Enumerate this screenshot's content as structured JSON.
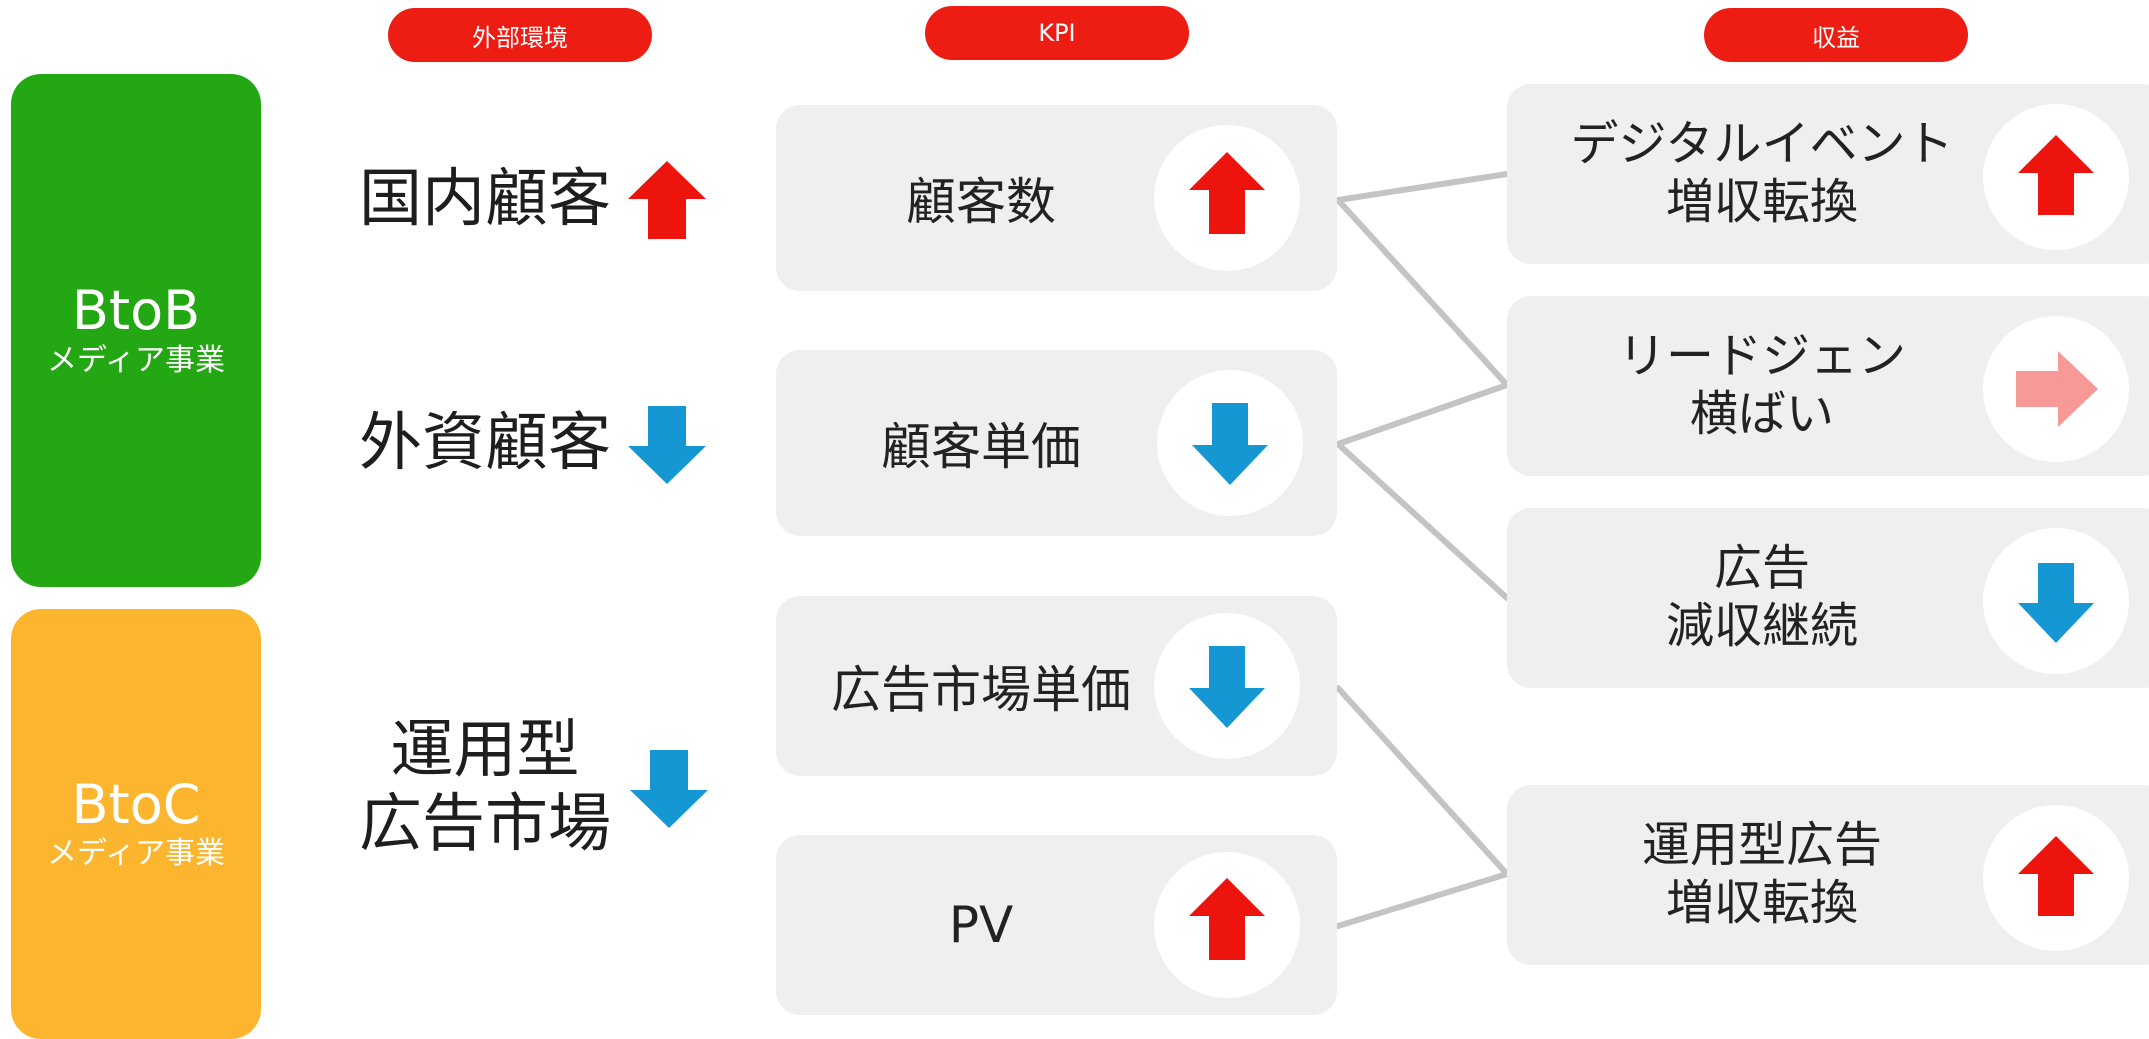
{
  "colors": {
    "header": "#ee1d14",
    "btob": "#23a713",
    "btoc": "#fbb52f",
    "card": "#efefef",
    "connector": "#c4c4c4",
    "arrow_up": "#ee140e",
    "arrow_down": "#1597d3",
    "arrow_flat": "#f79a97"
  },
  "headers": {
    "external": "外部環境",
    "kpi": "KPI",
    "revenue": "収益"
  },
  "segments": {
    "btob": {
      "name": "BtoB",
      "sub": "メディア事業"
    },
    "btoc": {
      "name": "BtoC",
      "sub": "メディア事業"
    }
  },
  "external": {
    "domestic": {
      "label": "国内顧客",
      "trend": "up",
      "icon": "arrow-up-icon"
    },
    "foreign": {
      "label": "外資顧客",
      "trend": "down",
      "icon": "arrow-down-icon"
    },
    "programmatic": {
      "line1": "運用型",
      "line2": "広告市場",
      "trend": "down",
      "icon": "arrow-down-icon"
    }
  },
  "kpi": {
    "customers": {
      "label": "顧客数",
      "trend": "up",
      "icon": "arrow-up-icon"
    },
    "unit_price": {
      "label": "顧客単価",
      "trend": "down",
      "icon": "arrow-down-icon"
    },
    "ad_unit_price": {
      "label": "広告市場単価",
      "trend": "down",
      "icon": "arrow-down-icon"
    },
    "pv": {
      "label": "PV",
      "trend": "up",
      "icon": "arrow-up-icon"
    }
  },
  "revenue": {
    "digital_event": {
      "line1": "デジタルイベント",
      "line2": "増収転換",
      "trend": "up",
      "icon": "arrow-up-icon"
    },
    "lead_gen": {
      "line1": "リードジェン",
      "line2": "横ばい",
      "trend": "flat",
      "icon": "arrow-right-icon"
    },
    "ads": {
      "line1": "広告",
      "line2": "減収継続",
      "trend": "down",
      "icon": "arrow-down-icon"
    },
    "programmatic_ads": {
      "line1": "運用型広告",
      "line2": "増収転換",
      "trend": "up",
      "icon": "arrow-up-icon"
    }
  }
}
